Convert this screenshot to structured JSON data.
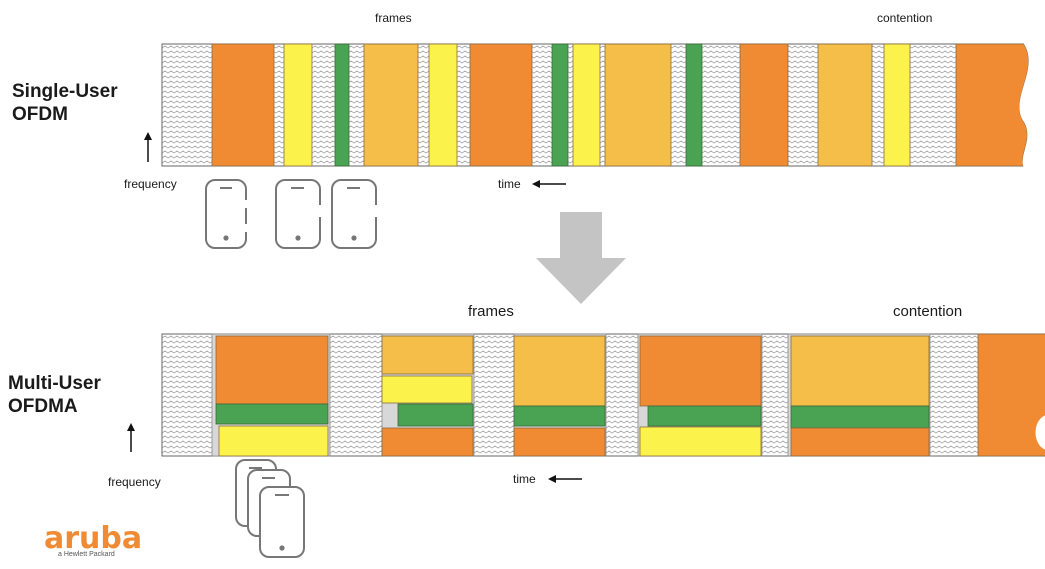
{
  "top": {
    "title_line1": "Single-User",
    "title_line2": "OFDM",
    "frames_label": "frames",
    "contention_label": "contention",
    "frequency_label": "frequency",
    "time_label": "time"
  },
  "bottom": {
    "title_line1": "Multi-User",
    "title_line2": "OFDMA",
    "frames_label": "frames",
    "contention_label": "contention",
    "frequency_label": "frequency",
    "time_label": "time"
  },
  "logo": {
    "wordmark": "aruba",
    "sub": "a Hewlett Packard"
  },
  "colors": {
    "orange": "#f08a33",
    "light_orange": "#f4be48",
    "yellow": "#fbf34b",
    "green": "#4aa253",
    "gray_block": "#d8d8d8",
    "hatch": "#aaaaaa",
    "arrow_gray": "#c4c4c4"
  },
  "icons": [
    "phone-icon",
    "down-arrow-icon",
    "aruba-logo"
  ]
}
